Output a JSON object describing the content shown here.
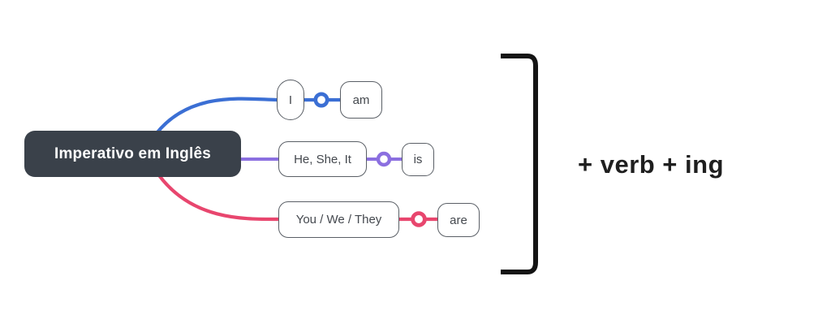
{
  "diagram": {
    "root": {
      "label": "Imperativo em Inglês",
      "background_color": "#3a414a",
      "text_color": "#ffffff"
    },
    "branches": [
      {
        "id": "branch-first-person",
        "subject": "I",
        "verb": "am",
        "color": "#3b6fd4",
        "connector_icon": "ring-connector-icon"
      },
      {
        "id": "branch-third-person-singular",
        "subject": "He, She, It",
        "verb": "is",
        "color": "#8b6fe0",
        "connector_icon": "ring-connector-icon"
      },
      {
        "id": "branch-plural",
        "subject": "You / We / They",
        "verb": "are",
        "color": "#e8466e",
        "connector_icon": "ring-connector-icon"
      }
    ],
    "bracket": {
      "icon": "closing-bracket-icon",
      "color": "#141414"
    },
    "formula": {
      "text": "+ verb + ing",
      "color": "#1f1f1f"
    }
  }
}
